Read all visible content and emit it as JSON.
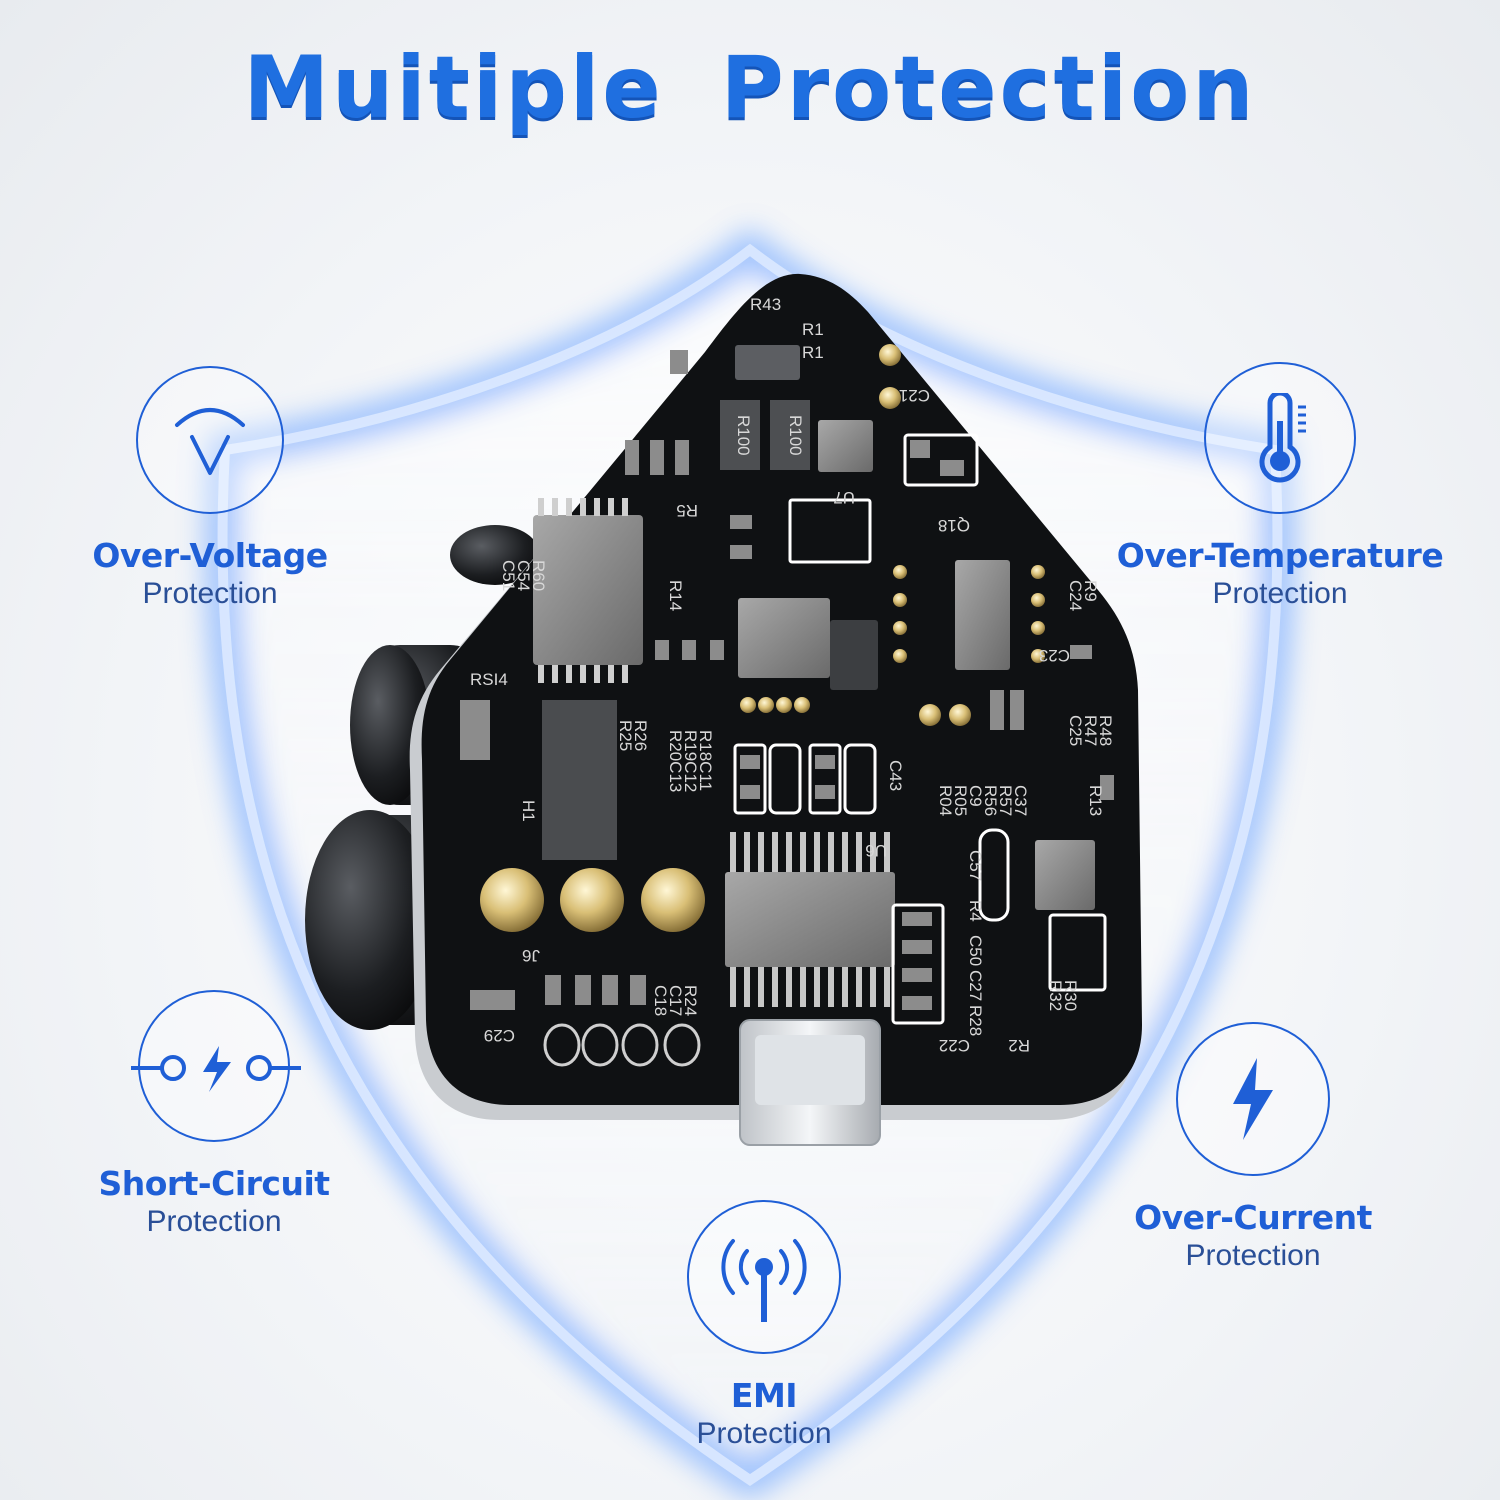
{
  "headline": "Muitiple  Protection",
  "features": [
    {
      "key": "over-voltage",
      "icon": "voltage-arc-icon",
      "title": "Over-Voltage",
      "subtitle": "Protection"
    },
    {
      "key": "over-temperature",
      "icon": "thermometer-icon",
      "title": "Over-Temperature",
      "subtitle": "Protection"
    },
    {
      "key": "short-circuit",
      "icon": "short-circuit-icon",
      "title": "Short-Circuit",
      "subtitle": "Protection"
    },
    {
      "key": "over-current",
      "icon": "lightning-bolt-icon",
      "title": "Over-Current",
      "subtitle": "Protection"
    },
    {
      "key": "emi",
      "icon": "antenna-signal-icon",
      "title": "EMI",
      "subtitle": "Protection"
    }
  ],
  "colors": {
    "accent": "#1f6fe0",
    "icon_stroke": "#1f5fd6",
    "subtitle": "#2a4f97",
    "board": "#101214",
    "shield_glow": "#9cc4ff"
  },
  "board_labels": [
    "R43",
    "R1",
    "R1",
    "C21",
    "R100",
    "R100",
    "U7",
    "R5",
    "Q18",
    "C51",
    "C54",
    "R60",
    "R14",
    "RSI4",
    "C24",
    "R9",
    "C23",
    "C25",
    "R47",
    "R48",
    "H1",
    "R25",
    "R26",
    "R20C13",
    "R19C12",
    "R18C11",
    "C43",
    "R04",
    "R05",
    "C9",
    "R56",
    "R57",
    "C37",
    "R13",
    "U6",
    "C57",
    "R4",
    "C50",
    "C27",
    "R28",
    "C22",
    "R2",
    "R32",
    "R30",
    "J6",
    "C18",
    "C17",
    "R24",
    "C29"
  ]
}
